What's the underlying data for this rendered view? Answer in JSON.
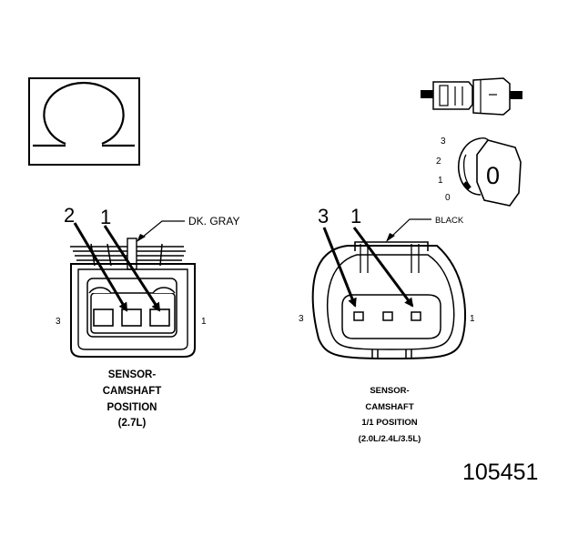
{
  "legend_box": {
    "icon": "omega-symbol-icon"
  },
  "view_indicator": {
    "scale": [
      "3",
      "2",
      "1",
      "0"
    ],
    "large_digit": "0"
  },
  "left_connector": {
    "wire_color": "DK. GRAY",
    "callout_top": [
      "2",
      "1"
    ],
    "side_left": "3",
    "side_right": "1",
    "caption": [
      "SENSOR-",
      "CAMSHAFT",
      "POSITION",
      "(2.7L)"
    ]
  },
  "right_connector": {
    "wire_color": "BLACK",
    "callout_top": [
      "3",
      "1"
    ],
    "side_left": "3",
    "side_right": "1",
    "caption": [
      "SENSOR-",
      "CAMSHAFT",
      "1/1 POSITION",
      "(2.0L/2.4L/3.5L)"
    ]
  },
  "figure_number": "105451"
}
